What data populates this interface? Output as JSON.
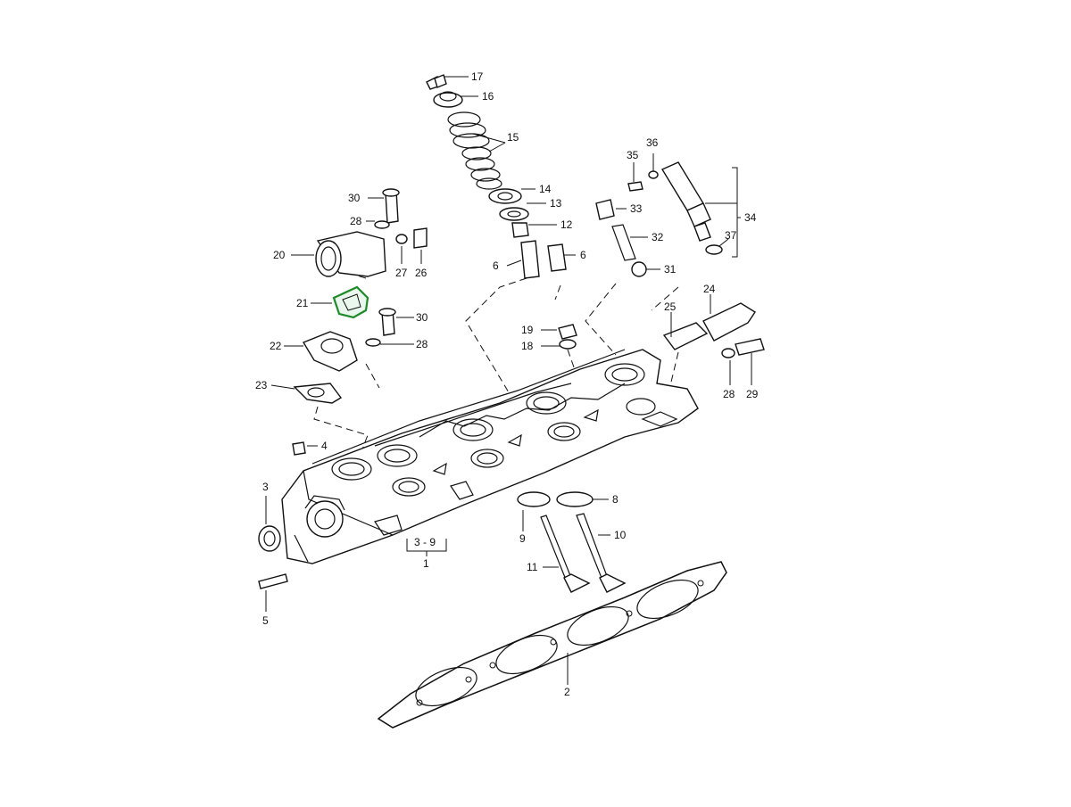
{
  "diagram": {
    "highlight_color": "#1f8a2a",
    "highlighted_part": "21",
    "callouts": [
      {
        "id": "c17",
        "label": "17"
      },
      {
        "id": "c16",
        "label": "16"
      },
      {
        "id": "c15",
        "label": "15"
      },
      {
        "id": "c14",
        "label": "14"
      },
      {
        "id": "c13",
        "label": "13"
      },
      {
        "id": "c12",
        "label": "12"
      },
      {
        "id": "c6a",
        "label": "6"
      },
      {
        "id": "c6b",
        "label": "6"
      },
      {
        "id": "c35",
        "label": "35"
      },
      {
        "id": "c36",
        "label": "36"
      },
      {
        "id": "c34",
        "label": "34"
      },
      {
        "id": "c33",
        "label": "33"
      },
      {
        "id": "c32",
        "label": "32"
      },
      {
        "id": "c37",
        "label": "37"
      },
      {
        "id": "c31",
        "label": "31"
      },
      {
        "id": "c30a",
        "label": "30"
      },
      {
        "id": "c28a",
        "label": "28"
      },
      {
        "id": "c20",
        "label": "20"
      },
      {
        "id": "c27",
        "label": "27"
      },
      {
        "id": "c26",
        "label": "26"
      },
      {
        "id": "c21",
        "label": "21"
      },
      {
        "id": "c30b",
        "label": "30"
      },
      {
        "id": "c22",
        "label": "22"
      },
      {
        "id": "c28b",
        "label": "28"
      },
      {
        "id": "c19",
        "label": "19"
      },
      {
        "id": "c18",
        "label": "18"
      },
      {
        "id": "c24",
        "label": "24"
      },
      {
        "id": "c25",
        "label": "25"
      },
      {
        "id": "c28c",
        "label": "28"
      },
      {
        "id": "c29",
        "label": "29"
      },
      {
        "id": "c23",
        "label": "23"
      },
      {
        "id": "c4",
        "label": "4"
      },
      {
        "id": "c3",
        "label": "3"
      },
      {
        "id": "c5",
        "label": "5"
      },
      {
        "id": "c39",
        "label": "3 - 9"
      },
      {
        "id": "c1",
        "label": "1"
      },
      {
        "id": "c8",
        "label": "8"
      },
      {
        "id": "c9",
        "label": "9"
      },
      {
        "id": "c10",
        "label": "10"
      },
      {
        "id": "c11",
        "label": "11"
      },
      {
        "id": "c2",
        "label": "2"
      }
    ]
  }
}
